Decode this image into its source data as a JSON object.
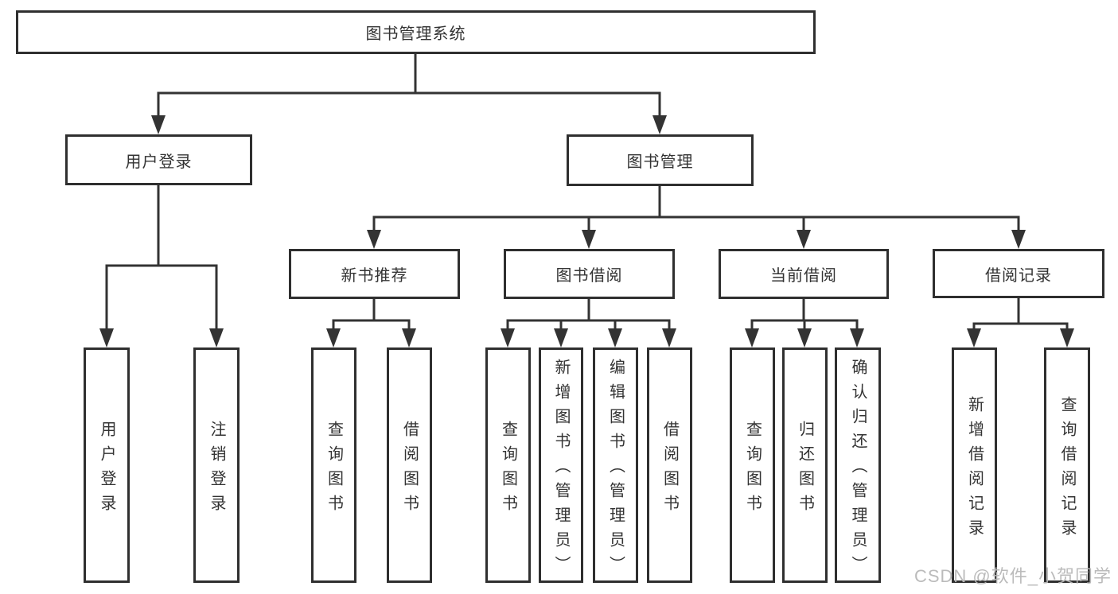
{
  "colors": {
    "background": "#ffffff",
    "box_border": "#2f2f2f",
    "line": "#333333",
    "text": "#333333",
    "watermark": "#b8b8b8"
  },
  "watermark": {
    "text": "CSDN @软件_小贺同学"
  },
  "tree": {
    "root": {
      "label": "图书管理系统",
      "children": [
        {
          "label": "用户登录",
          "children": [
            {
              "label": "用户登录"
            },
            {
              "label": "注销登录"
            }
          ]
        },
        {
          "label": "图书管理",
          "children": [
            {
              "label": "新书推荐",
              "children": [
                {
                  "label": "查询图书"
                },
                {
                  "label": "借阅图书"
                }
              ]
            },
            {
              "label": "图书借阅",
              "children": [
                {
                  "label": "查询图书"
                },
                {
                  "label": "新增图书（管理员）"
                },
                {
                  "label": "编辑图书（管理员）"
                },
                {
                  "label": "借阅图书"
                }
              ]
            },
            {
              "label": "当前借阅",
              "children": [
                {
                  "label": "查询图书"
                },
                {
                  "label": "归还图书"
                },
                {
                  "label": "确认归还（管理员）"
                }
              ]
            },
            {
              "label": "借阅记录",
              "children": [
                {
                  "label": "新增借阅记录"
                },
                {
                  "label": "查询借阅记录"
                }
              ]
            }
          ]
        }
      ]
    }
  }
}
